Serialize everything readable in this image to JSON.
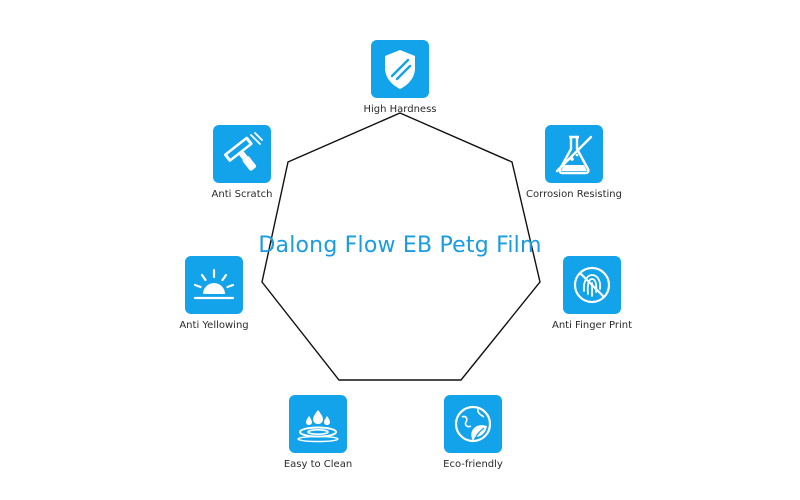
{
  "title": "Dalong Flow EB Petg Film",
  "colors": {
    "accent": "#1a9ce3",
    "icon_bg": "#12a3ea",
    "outline": "#111111",
    "label": "#2a2a2a"
  },
  "features": [
    {
      "label": "High Hardness",
      "icon": "shield-icon"
    },
    {
      "label": "Corrosion Resisting",
      "icon": "flask-icon"
    },
    {
      "label": "Anti Finger Print",
      "icon": "fingerprint-icon"
    },
    {
      "label": "Eco-friendly",
      "icon": "globe-leaf-icon"
    },
    {
      "label": "Easy to Clean",
      "icon": "water-drop-icon"
    },
    {
      "label": "Anti Yellowing",
      "icon": "sunrise-icon"
    },
    {
      "label": "Anti Scratch",
      "icon": "scraper-icon"
    }
  ]
}
